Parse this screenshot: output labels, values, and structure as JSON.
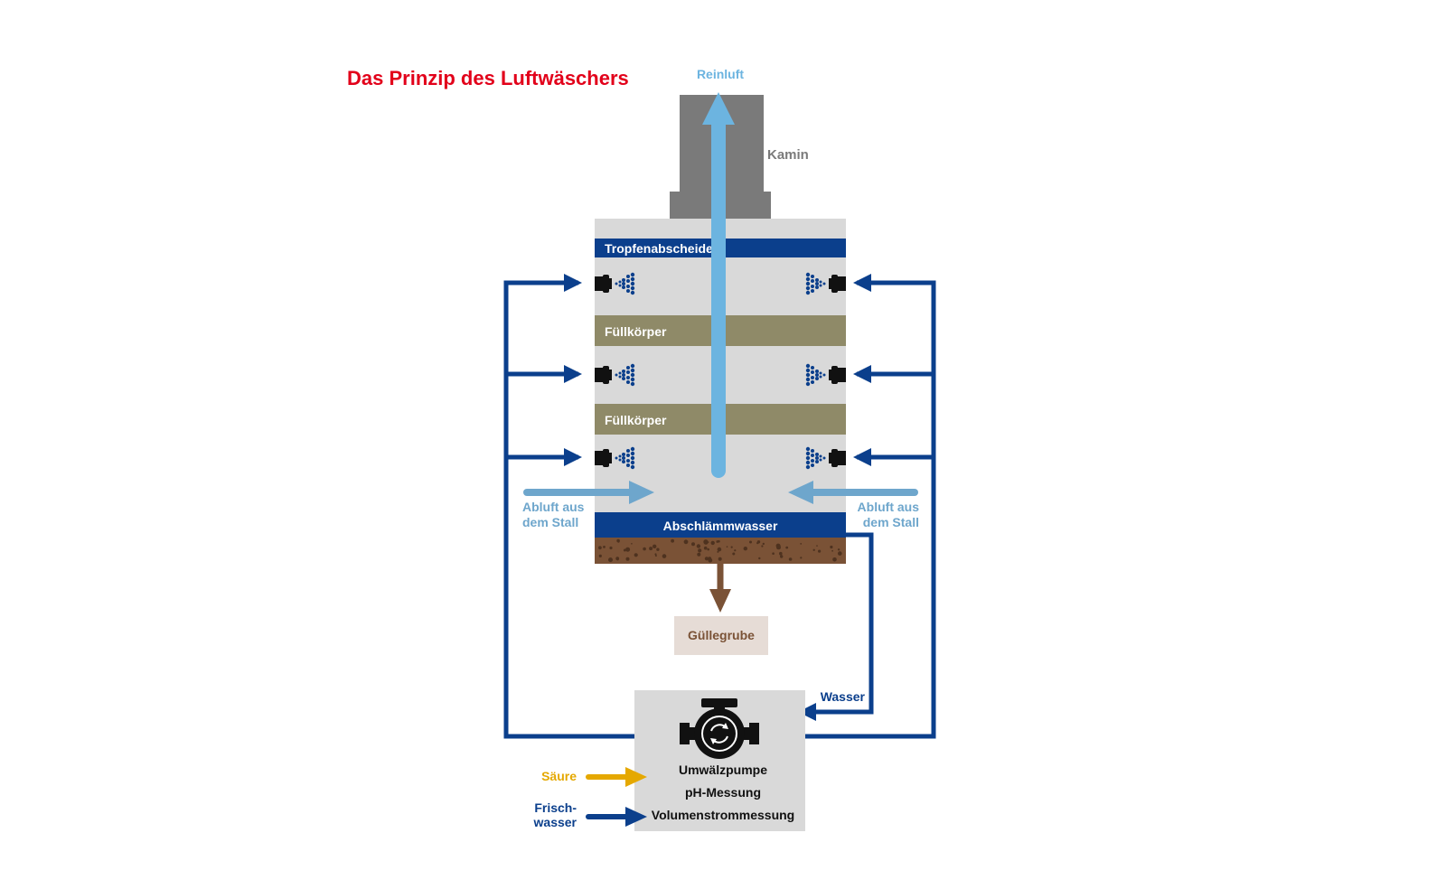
{
  "title": "Das Prinzip des Luftwäschers",
  "labels": {
    "reinluft": "Reinluft",
    "kamin": "Kamin",
    "tropfenabscheider": "Tropfenabscheider",
    "fuellkoerper_1": "Füllkörper",
    "fuellkoerper_2": "Füllkörper",
    "abluft_left_line1": "Abluft aus",
    "abluft_left_line2": "dem Stall",
    "abluft_right_line1": "Abluft aus",
    "abluft_right_line2": "dem Stall",
    "abschlaemmwasser": "Abschlämmwasser",
    "guellegrube": "Güllegrube",
    "wasser": "Wasser",
    "saeure": "Säure",
    "frischwasser_line1": "Frisch-",
    "frischwasser_line2": "wasser",
    "pump_line1": "Umwälzpumpe",
    "pump_line2": "pH-Messung",
    "pump_line3": "Volumenstrommessung"
  },
  "colors": {
    "title": "#e2001a",
    "light_blue": "#6cb4e0",
    "air_blue": "#6ea6cc",
    "dark_blue": "#0b3f8c",
    "column_grey": "#d9d9d9",
    "chimney_grey": "#7a7a7a",
    "packing_olive": "#8f8a68",
    "sludge_brown": "#7a5236",
    "guelle_bg": "#e6dcd6",
    "acid_yellow": "#e5a800",
    "label_grey": "#7a7a7a"
  },
  "icons": {
    "spray_nozzle": "spray-nozzle-icon",
    "pump": "pump-icon"
  }
}
